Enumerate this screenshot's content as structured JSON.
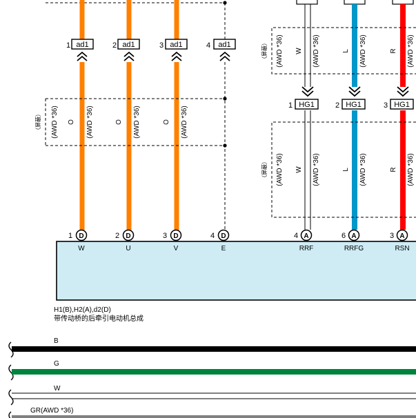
{
  "colors": {
    "orange": "#ff7f00",
    "blue": "#0097c9",
    "red": "#ff0000",
    "green": "#00843d",
    "black": "#000000",
    "box_fill": "#cfecf5"
  },
  "upper_connector": {
    "name": "ad1",
    "pins": [
      {
        "num": "1",
        "name": "ad1"
      },
      {
        "num": "2",
        "name": "ad1"
      },
      {
        "num": "3",
        "name": "ad1"
      },
      {
        "num": "4",
        "name": "ad1"
      }
    ]
  },
  "left_shield": {
    "label": "（屏蔽）",
    "awd": "(AWD *36)",
    "wires": [
      {
        "color": "O",
        "awd": "(AWD *36)"
      },
      {
        "color": "O",
        "awd": "(AWD *36)"
      },
      {
        "color": "O",
        "awd": "(AWD *36)"
      }
    ]
  },
  "right_upper_shield": {
    "label": "（屏蔽）",
    "awd": "(AWD *36)",
    "wires": [
      {
        "color": "W",
        "awd": "(AWD *36)"
      },
      {
        "color": "L",
        "awd": "(AWD *36)"
      },
      {
        "color": "R",
        "awd": "(AWD *36)"
      }
    ]
  },
  "hg_connector": {
    "pins": [
      {
        "num": "1",
        "name": "HG1"
      },
      {
        "num": "2",
        "name": "HG1"
      },
      {
        "num": "3",
        "name": "HG1"
      }
    ]
  },
  "right_lower_shield": {
    "label": "（屏蔽）",
    "awd": "(AWD *36)",
    "wires": [
      {
        "color": "W",
        "awd": "(AWD *36)"
      },
      {
        "color": "L",
        "awd": "(AWD *36)"
      },
      {
        "color": "R",
        "awd": "(AWD *36)"
      }
    ]
  },
  "motor_pins": [
    {
      "num": "1",
      "conn": "D",
      "label": "W"
    },
    {
      "num": "2",
      "conn": "D",
      "label": "U"
    },
    {
      "num": "3",
      "conn": "D",
      "label": "V"
    },
    {
      "num": "4",
      "conn": "D",
      "label": "E"
    },
    {
      "num": "4",
      "conn": "A",
      "label": "RRF"
    },
    {
      "num": "6",
      "conn": "A",
      "label": "RRFG"
    },
    {
      "num": "3",
      "conn": "A",
      "label": "RSN"
    }
  ],
  "component": {
    "code": "H1(B),H2(A),d2(D)",
    "name": "带传动桥的后牵引电动机总成"
  },
  "legend": [
    {
      "label": "B",
      "color": "#000000"
    },
    {
      "label": "G",
      "color": "#00843d"
    },
    {
      "label": "W",
      "color": "#ffffff"
    },
    {
      "label": "GR(AWD *36)",
      "color": "#808080"
    }
  ]
}
